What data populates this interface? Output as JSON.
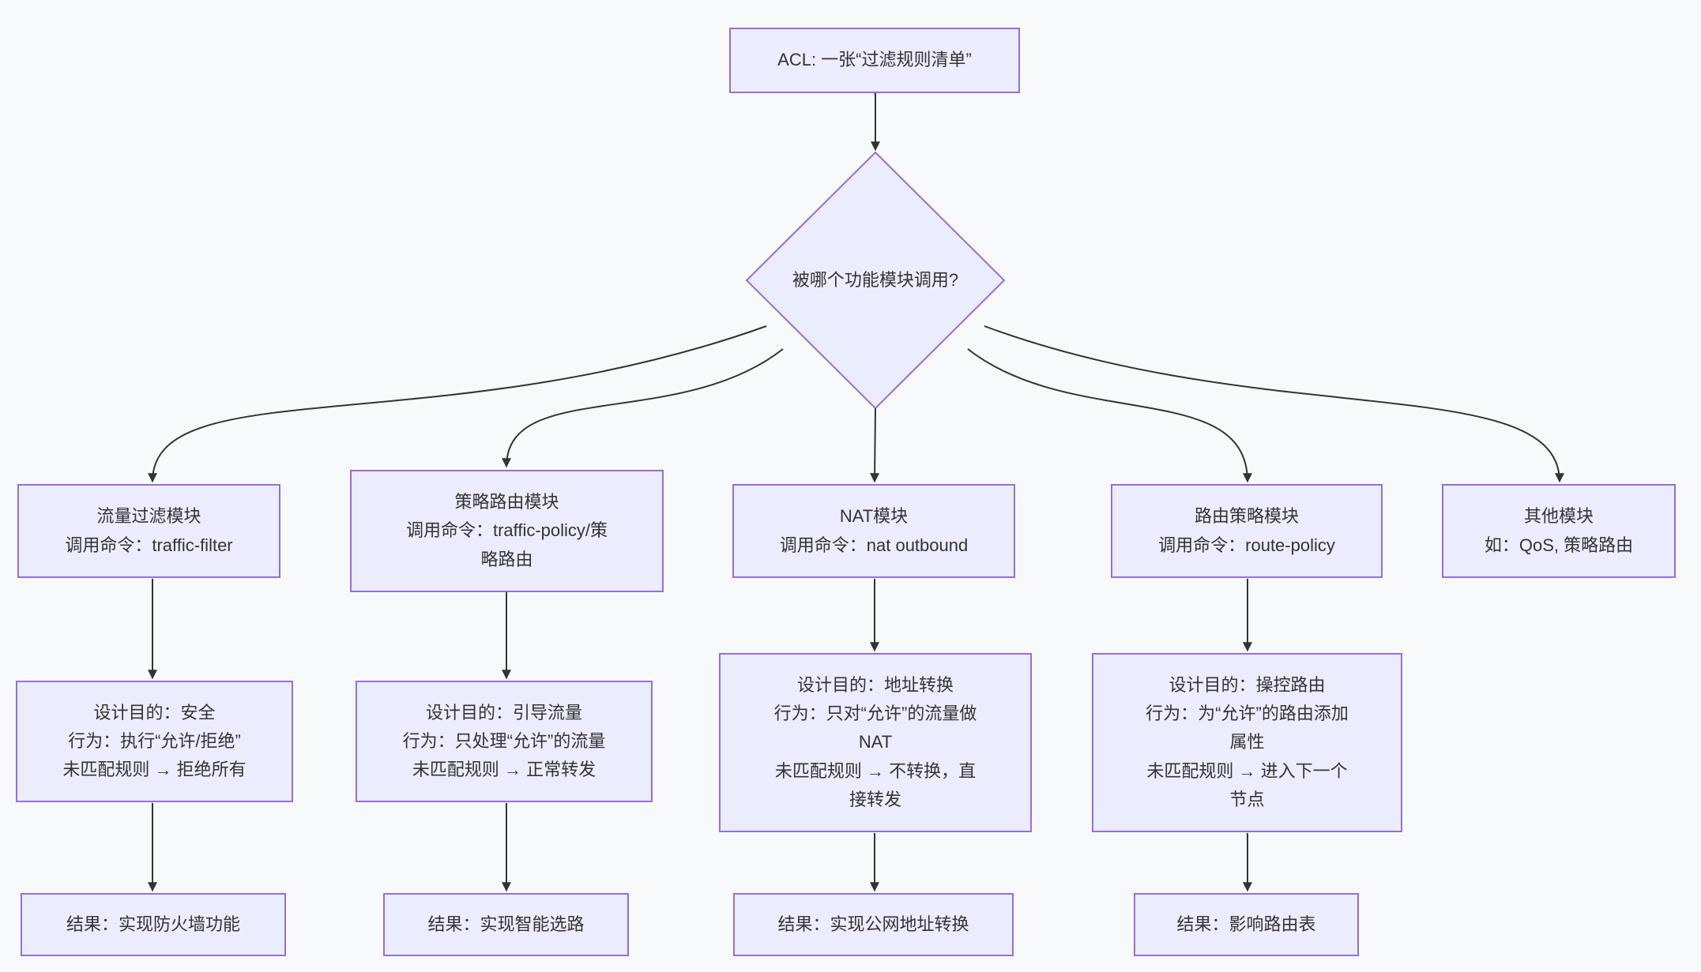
{
  "colors": {
    "background": "#f8f9fa",
    "node_fill": "#ececff",
    "node_border": "#9370db",
    "edge": "#333333",
    "text": "#333333"
  },
  "nodes": {
    "root": {
      "label": "ACL: 一张“过滤规则清单”"
    },
    "decision": {
      "label": "被哪个功能模块调用?"
    },
    "traffic_filter": {
      "label": "流量过滤模块\n调用命令：traffic-filter"
    },
    "policy_route": {
      "label": "策略路由模块\n调用命令：traffic-policy/策\n略路由"
    },
    "nat": {
      "label": "NAT模块\n调用命令：nat outbound"
    },
    "route_policy": {
      "label": "路由策略模块\n调用命令：route-policy"
    },
    "other": {
      "label": "其他模块\n如：QoS, 策略路由"
    },
    "traffic_filter_detail": {
      "label": "设计目的：安全\n行为：执行“允许/拒绝”\n未匹配规则 → 拒绝所有"
    },
    "policy_route_detail": {
      "label": "设计目的：引导流量\n行为：只处理“允许”的流量\n未匹配规则 → 正常转发"
    },
    "nat_detail": {
      "label": "设计目的：地址转换\n行为：只对“允许”的流量做\nNAT\n未匹配规则 → 不转换，直\n接转发"
    },
    "route_policy_detail": {
      "label": "设计目的：操控路由\n行为：为“允许”的路由添加\n属性\n未匹配规则 → 进入下一个\n节点"
    },
    "traffic_filter_result": {
      "label": "结果：实现防火墙功能"
    },
    "policy_route_result": {
      "label": "结果：实现智能选路"
    },
    "nat_result": {
      "label": "结果：实现公网地址转换"
    },
    "route_policy_result": {
      "label": "结果：影响路由表"
    }
  }
}
